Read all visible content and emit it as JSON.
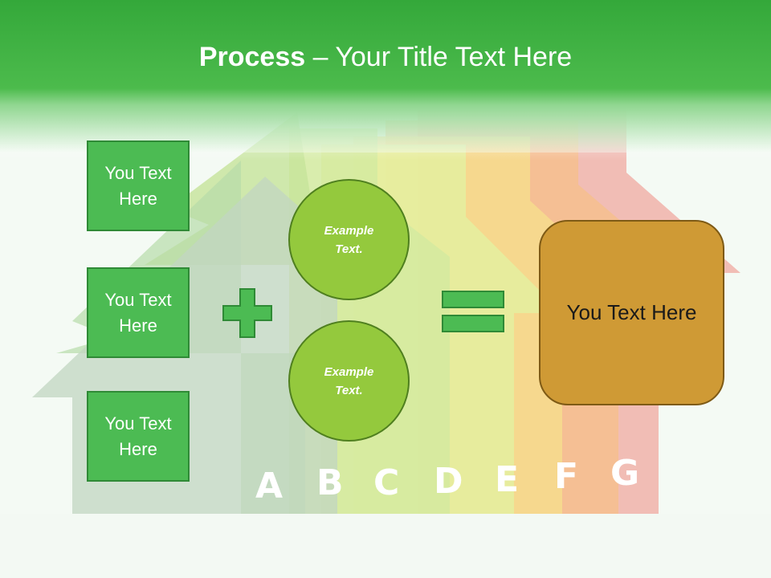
{
  "title": {
    "bold": "Process",
    "rest": " – Your Title Text Here"
  },
  "left_boxes": [
    "You Text Here",
    "You Text Here",
    "You Text Here"
  ],
  "circles": [
    "Example Text.",
    "Example Text."
  ],
  "result_box": "You Text Here",
  "background_letters": [
    "A",
    "B",
    "C",
    "D",
    "E",
    "F",
    "G"
  ],
  "colors": {
    "header_green": "#4cbb4c",
    "box_green": "#4cbb53",
    "circle_green": "#94c93d",
    "result_orange": "#cf9a35",
    "operator_green": "#4cbb53"
  },
  "icons": [
    "plus-icon",
    "equals-icon"
  ]
}
